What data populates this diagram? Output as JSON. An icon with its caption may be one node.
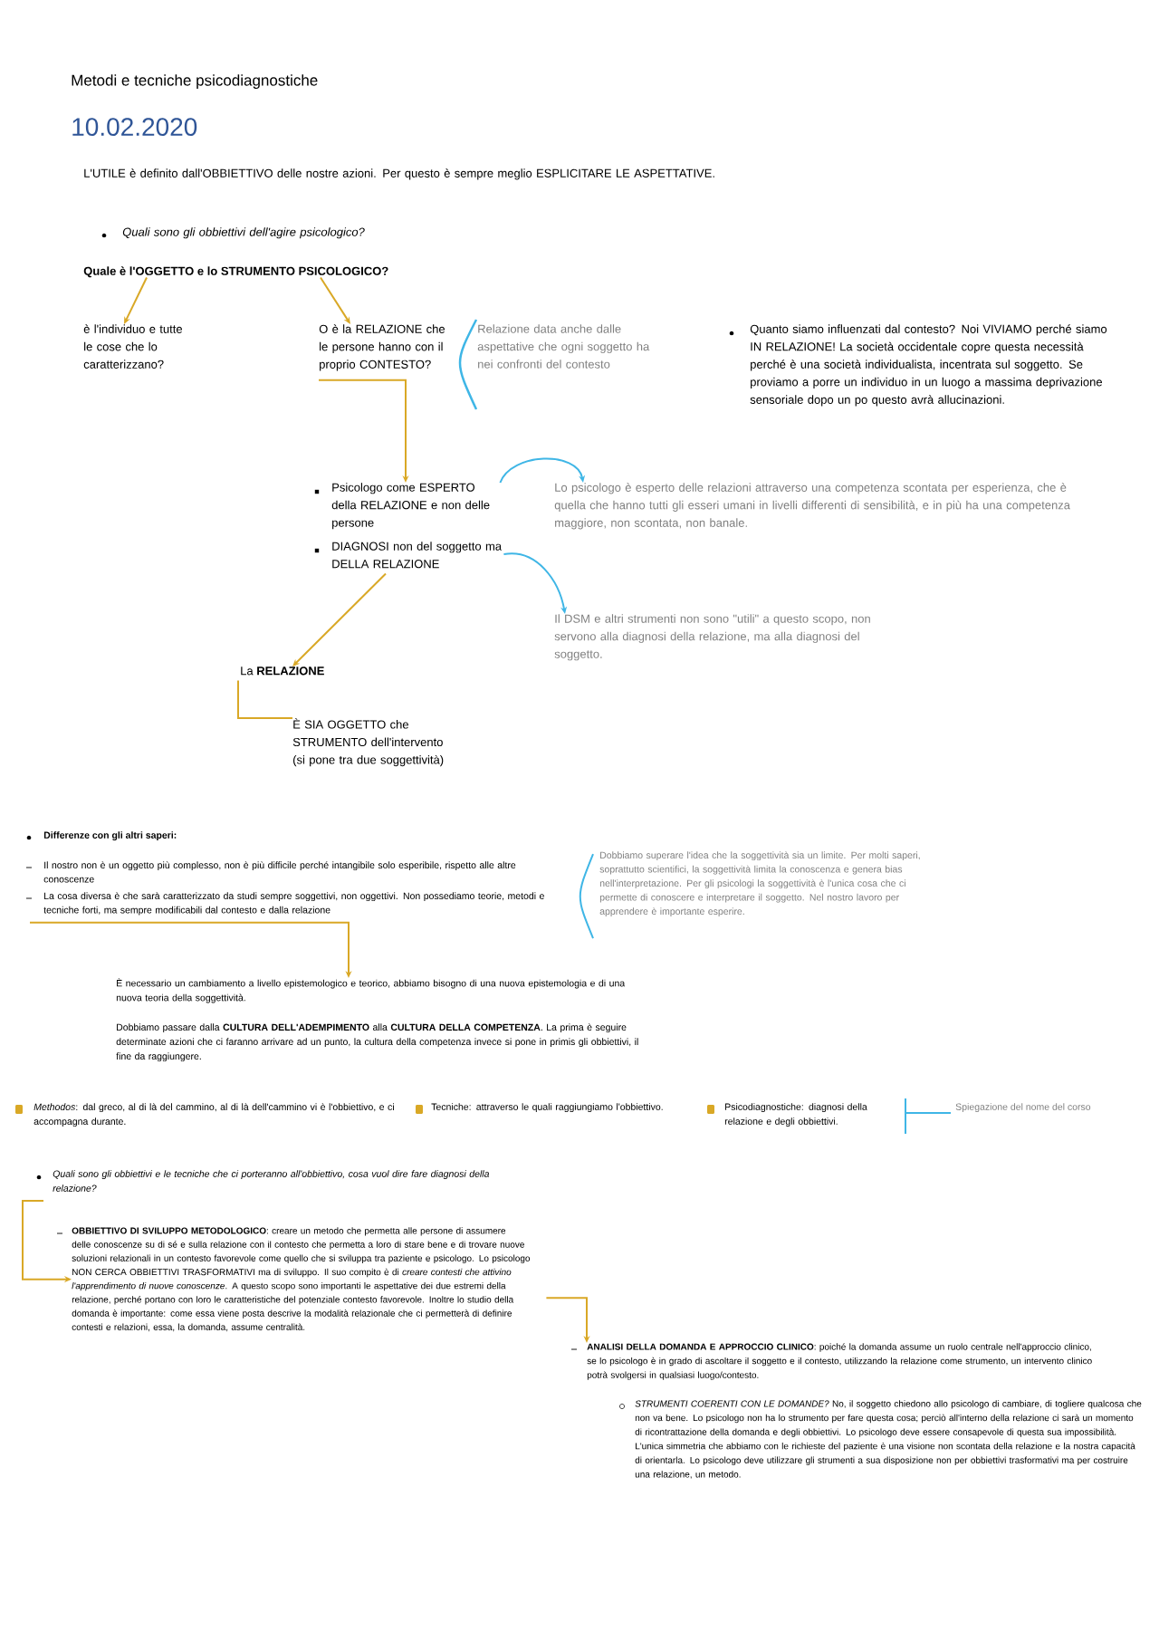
{
  "diagram": {
    "title": "Metodi e tecniche psicodiagnostiche",
    "nodes": [
      {
        "text": [
          "Quale è l'OGGETTO e lo STRUMENTO PSICOLOGICO?"
        ]
      },
      {
        "text": [
          "è l'individuo e tutte le cose che lo caratterizzano?"
        ]
      },
      {
        "text": [
          "O è la RELAZIONE che le persone hanno con il proprio CONTESTO?"
        ]
      },
      {
        "text": [
          "Psicologo come ESPERTO della RELAZIONE e non delle persone"
        ]
      },
      {
        "text": [
          "DIAGNOSI non del soggetto ma DELLA RELAZIONE"
        ]
      },
      {
        "text": [
          "Lo psicologo è esperto delle relazioni attraverso una competenza scontata per esperienza, che è quella che hanno tutti gli esseri umani in livelli differenti di sensibilità, e in più ha una competenza maggiore, non scontata, non banale."
        ]
      },
      {
        "text": [
          "Il DSM e altri strumenti non sono \"utili\" a questo scopo, non servono alla diagnosi della relazione, ma alla diagnosi del soggetto."
        ]
      },
      {
        "text": [
          "La **RELAZIONE**"
        ]
      },
      {
        "text": [
          "È SIA OGGETTO che STRUMENTO dell'intervento (si pone tra due soggettività)"
        ]
      },
      {
        "text": [
          "Il nostro non è un oggetto più complesso, non è più difficile perché intangibile solo esperibile, rispetto alle altre conoscenze",
          "La cosa diversa è che sarà caratterizzato da studi sempre soggettivi, non oggettivi. Non possediamo teorie, metodi e tecniche forti, ma sempre modificabili dal contesto e dalla relazione"
        ]
      },
      {
        "text": [
          "È necessario un cambiamento a livello epistemologico e teorico, abbiamo bisogno di una nuova epistemologia e di una nuova teoria della soggettività."
        ]
      },
      {
        "text": [
          "Quali sono gli obbiettivi e le tecniche che ci porteranno all'obbiettivo, cosa vuol dire fare diagnosi della relazione?"
        ]
      },
      {
        "text": [
          "**OBBIETTIVO DI SVILUPPO METODOLOGICO**: creare un metodo che permetta alle persone di assumere delle conoscenze su di sé e sulla relazione con il contesto che permetta a loro di stare bene e di trovare nuove soluzioni relazionali in un contesto favorevole come quello che si sviluppa tra paziente e psicologo. Lo psicologo NON CERCA OBBIETTIVI TRASFORMATIVI ma di sviluppo. Il suo compito è di *creare contesti che attivino l'apprendimento di nuove conoscenze*. A questo scopo sono importanti le aspettative dei due estremi della relazione, perché portano con loro le caratteristiche del potenziale contesto favorevole. Inoltre lo studio della domanda è importante: come essa viene posta descrive la modalità relazionale che ci permetterà di definire contesti e relazioni, essa, la domanda, assume centralità."
        ]
      },
      {
        "text": [
          "**ANALISI DELLA DOMANDA E APPROCCIO CLINICO**: poiché la domanda assume un ruolo centrale nell'approccio clinico, se lo psicologo è in grado di ascoltare il soggetto e il contesto, utilizzando la relazione come strumento, un intervento clinico potrà svolgersi in qualsiasi luogo/contesto."
        ]
      }
    ],
    "edges": [
      {
        "from": 0,
        "to": 1,
        "arrow": "to"
      },
      {
        "from": 0,
        "to": 2,
        "arrow": "to"
      },
      {
        "from": 2,
        "to": 3,
        "arrow": "to"
      },
      {
        "from": 3,
        "to": 5,
        "arrow": "to",
        "color": "#3fb6e6"
      },
      {
        "from": 4,
        "to": 6,
        "arrow": "to",
        "color": "#3fb6e6"
      },
      {
        "from": 4,
        "to": 7,
        "arrow": "to"
      },
      {
        "from": 7,
        "to": 8,
        "arrow": "none"
      },
      {
        "from": 9,
        "to": 10,
        "arrow": "to"
      },
      {
        "from": 11,
        "to": 12,
        "arrow": "to"
      },
      {
        "from": 12,
        "to": 13,
        "arrow": "to"
      }
    ],
    "labels": [
      "10.02.2020",
      "L'UTILE è definito dall'OBBIETTIVO delle nostre azioni. Per questo è sempre meglio ESPLICITARE LE ASPETTATIVE.",
      "Quali sono gli obbiettivi dell'agire psicologico?",
      "Relazione data anche dalle aspettative che ogni soggetto ha nei confronti del contesto",
      "Quanto siamo influenzati dal contesto? Noi VIVIAMO perché siamo IN RELAZIONE! La società occidentale copre questa necessità perché è una società individualista, incentrata sul soggetto. Se proviamo a porre un individuo in un luogo a massima deprivazione sensoriale dopo un po questo avrà allucinazioni.",
      "Differenze con gli altri saperi:",
      "Dobbiamo superare l'idea che la soggettività sia un limite. Per molti saperi, soprattutto scientifici, la soggettività limita la conoscenza e genera bias nell'interpretazione. Per gli psicologi la soggettività è l'unica cosa che ci permette di conoscere e interpretare il soggetto. Nel nostro lavoro per apprendere è importante esperire.",
      "Dobbiamo passare dalla **CULTURA DELL'ADEMPIMENTO** alla **CULTURA DELLA COMPETENZA**. La prima è seguire determinate azioni che ci faranno arrivare ad un punto, la cultura della competenza invece si pone in primis gli obbiettivi, il fine da raggiungere.",
      "*Methodos*: dal greco, al di là del cammino, al di là dell'cammino vi è l'obbiettivo, e ci accompagna durante.",
      "Tecniche: attraverso le quali raggiungiamo l'obbiettivo.",
      "Psicodiagnostiche: diagnosi della relazione e degli obbiettivi.",
      "Spiegazione del nome del corso",
      "*STRUMENTI COERENTI CON LE DOMANDE?* No, il soggetto chiedono allo psicologo di cambiare, di togliere qualcosa che non va bene. Lo psicologo non ha lo strumento per fare questa cosa; perciò all'interno della relazione ci sarà un momento di ricontrattazione della domanda e degli obbiettivi. Lo psicologo deve essere consapevole di questa sua impossibilità. L'unica simmetria che abbiamo con le richieste del paziente è una visione non scontata della relazione e la nostra capacità di orientarla. Lo psicologo deve utilizzare gli strumenti a sua disposizione non per obbiettivi trasformativi ma per costruire una relazione, un metodo."
    ]
  }
}
